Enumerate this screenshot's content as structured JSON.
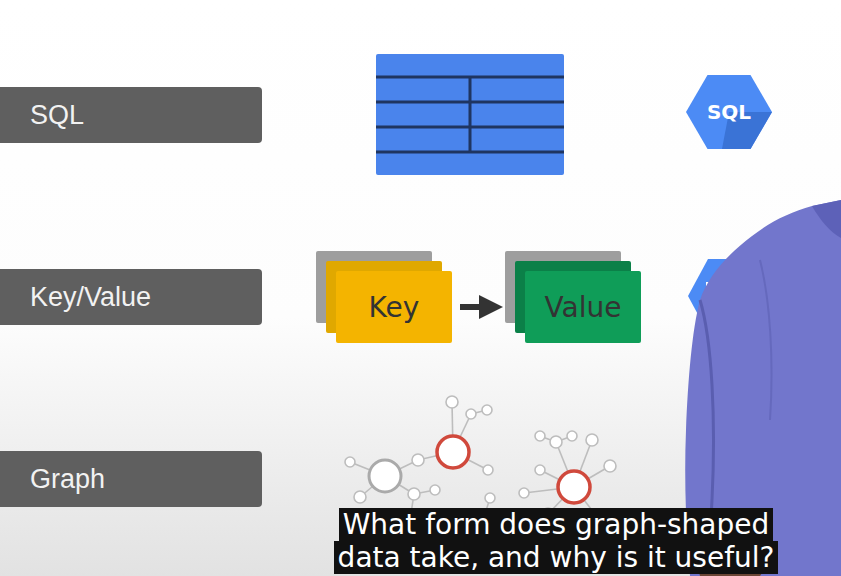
{
  "diagram": {
    "nodes": [
      {
        "text": [
          "SQL"
        ]
      },
      {
        "text": [
          "SQL"
        ]
      },
      {
        "text": [
          "Key/Value"
        ]
      },
      {
        "text": [
          "Key"
        ]
      },
      {
        "text": [
          "Value"
        ]
      },
      {
        "text": [
          "Graph"
        ]
      }
    ],
    "edges": [
      {
        "from": 3,
        "to": 4,
        "arrow": "to"
      }
    ],
    "labels": [
      "What form does graph-shaped data take, and why is it useful?"
    ]
  }
}
